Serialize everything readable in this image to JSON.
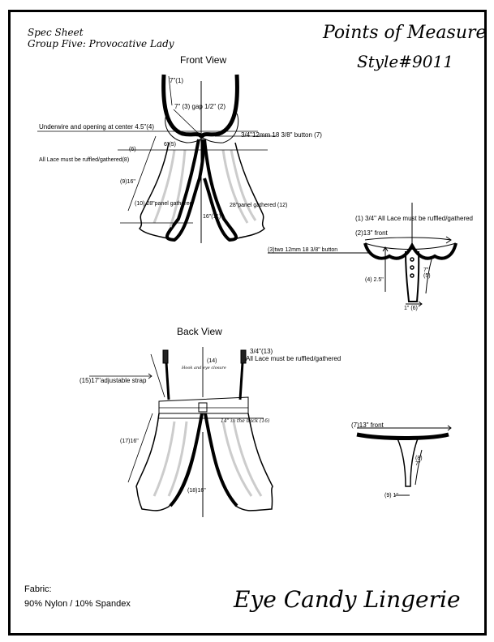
{
  "header": {
    "spec_sheet": "Spec Sheet",
    "group": "Group Five: Provocative Lady",
    "title": "Points of Measure",
    "style": "Style#9011"
  },
  "front_view": {
    "title": "Front View",
    "labels": [
      "7\"(1)",
      "7\" (3) gap 1/2\" (2)",
      "Underwire and opening at center 4.5\"(4)",
      "3/4\"12mm 18 3/8\" button (7)",
      "6\"(5)",
      "(6)",
      "All Lace must be ruffled/gathered(8)",
      "(9)16\"",
      "(10) 28\"panel gathered",
      "28\"panel gathered (12)",
      "16\"(11)"
    ]
  },
  "front_panty": {
    "labels": [
      "(1) 3/4\" All Lace must be ruffled/gathered",
      "(2)13\" front",
      "(3)two 12mm 18 3/8\" button",
      "(4) 2.5\"",
      "7\" (5)",
      "1\" (6)"
    ]
  },
  "back_view": {
    "title": "Back View",
    "labels": [
      "3/4\"(13)",
      "All Lace must be ruffled/gathered",
      "(14)",
      "Hook and eye closure",
      "(15)17\"adjustable strap",
      "14\" in the back (16)",
      "(17)16\"",
      "(18)16\""
    ]
  },
  "back_panty": {
    "labels": [
      "(7)13\" front",
      "(8) 7\"",
      "(9) 1\""
    ]
  },
  "fabric": {
    "label": "Fabric:",
    "value": "90% Nylon / 10% Spandex"
  },
  "brand": "Eye Candy Lingerie"
}
